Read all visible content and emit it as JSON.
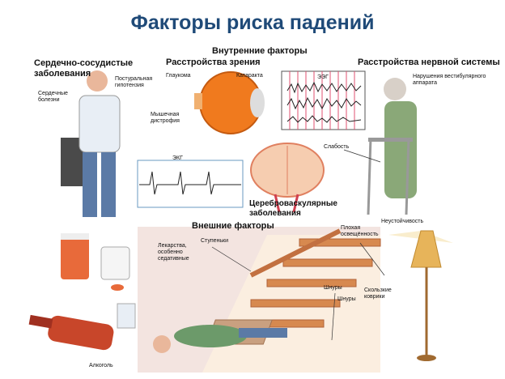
{
  "title": "Факторы риска падений",
  "internal": {
    "heading": "Внутренние факторы",
    "cardio": {
      "heading": "Сердечно-сосудистые заболевания",
      "postural": "Постуральная гипотензия",
      "heart": "Сердечные болезни"
    },
    "vision": {
      "heading": "Расстройства зрения",
      "glaucoma": "Глаукома",
      "cataract": "Катаракта",
      "dystrophy": "Мышечная дистрофия"
    },
    "nervous": {
      "heading": "Расстройства нервной системы",
      "vestibular": "Нарушения вестибулярного аппарата",
      "weakness": "Слабость",
      "eeg": "ЭЭГ"
    },
    "ecg": "ЭКГ",
    "cerebro": "Цереброваскулярные заболевания"
  },
  "external": {
    "heading": "Внешние факторы",
    "instability": "Неустойчивость",
    "lighting": "Плохая освещённость",
    "stairs": "Ступеньки",
    "drugs": "Лекарства, особенно седативные",
    "cords1": "Шнуры",
    "cords2": "Шнуры",
    "rugs": "Скользкие коврики",
    "alcohol": "Алкоголь"
  }
}
